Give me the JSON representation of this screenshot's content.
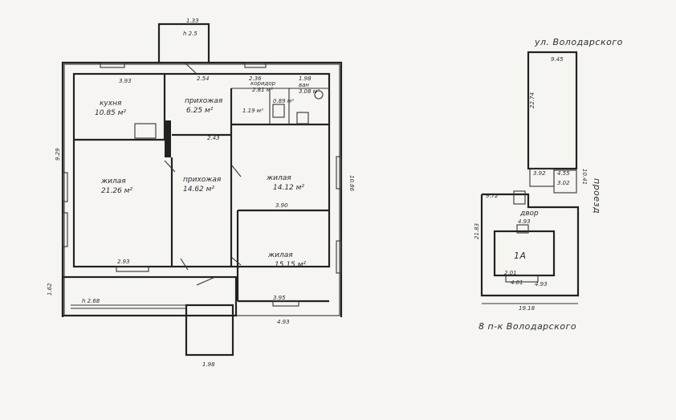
{
  "floor_plan": {
    "rooms": {
      "kitchen": {
        "name": "кухня",
        "area": "10.85 м²"
      },
      "hallway": {
        "name": "прихожая",
        "area": "6.25 м²"
      },
      "corridor": {
        "name": "коридор",
        "area": "2.81 м²"
      },
      "bath": {
        "name": "ван",
        "area": "3.08 м²"
      },
      "wc": {
        "area": "1.19 м²"
      },
      "small": {
        "area": "0.89 м²"
      },
      "living1": {
        "name": "жилая",
        "area": "21.26 м²"
      },
      "entry": {
        "name": "прихожая",
        "area": "14.62 м²"
      },
      "living2": {
        "name": "жилая",
        "area": "14.12 м²"
      },
      "living3": {
        "name": "жилая",
        "area": "15.15 м²"
      }
    },
    "dimensions": {
      "top_porch_width": "1.33",
      "top_porch_height": "h 2.5",
      "kitchen_width": "3.93",
      "hall_width": "2.54",
      "corridor_width": "2.36",
      "bath_width": "1.98",
      "hall_inner": "2.43",
      "left_height": "9.29",
      "right_height": "10.86",
      "living_mid": "3.90",
      "living1_bottom": "2.93",
      "living3_bottom": "3.95",
      "veranda_height": "1.62",
      "veranda_label": "h 2.68",
      "total_bottom": "4.93",
      "porch_bottom": "1.98"
    }
  },
  "site_plan": {
    "street_top": "ул. Володарского",
    "street_bottom": "8 п-к Володарского",
    "street_right": "проезд",
    "courtyard": "двор",
    "building_label": "1А",
    "dimensions": {
      "top_width": "9.45",
      "long_side": "22.74",
      "shed_left": "3.92",
      "shed_right": "4.55",
      "shed_small": "3.02",
      "right_side": "10.41",
      "left_block": "9.72",
      "courtyard_top": "4.93",
      "left_side": "21.83",
      "inner_a": "2.01",
      "inner_b": "4.01",
      "inner_c": "4.93",
      "bottom_total": "19.18"
    }
  }
}
